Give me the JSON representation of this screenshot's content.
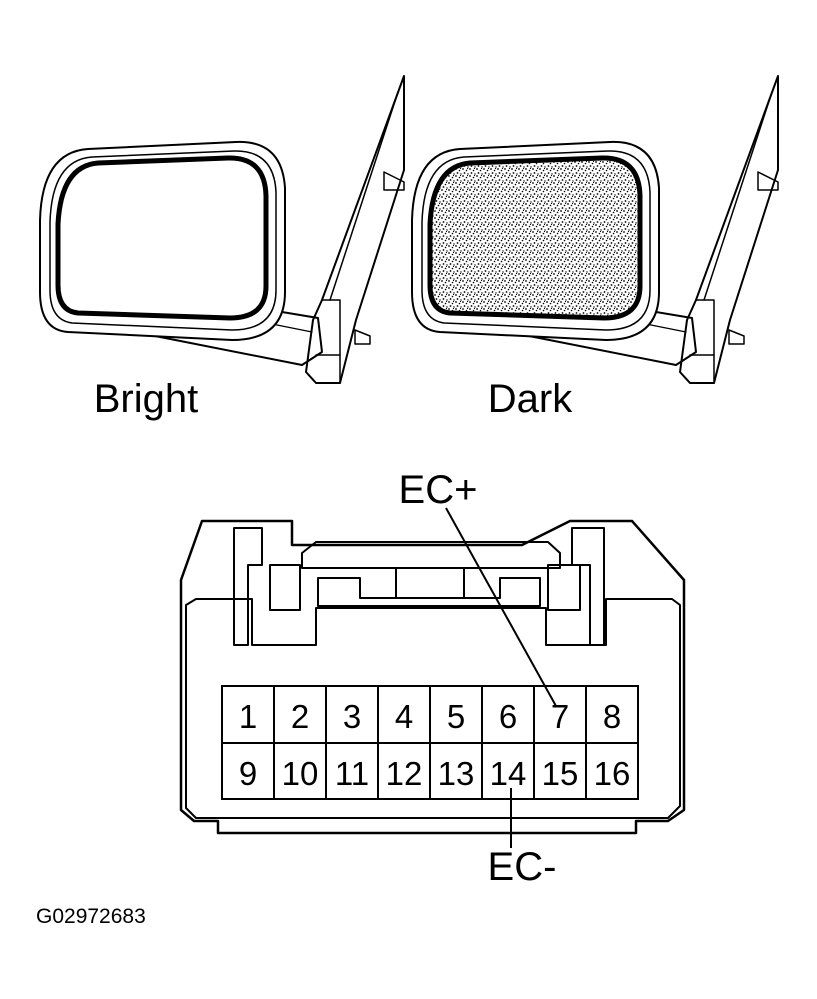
{
  "mirrors": {
    "bright_label": "Bright",
    "dark_label": "Dark"
  },
  "connector": {
    "top_row": [
      "1",
      "2",
      "3",
      "4",
      "5",
      "6",
      "7",
      "8"
    ],
    "bottom_row": [
      "9",
      "10",
      "11",
      "12",
      "13",
      "14",
      "15",
      "16"
    ],
    "pointer_top_label": "EC+",
    "pointer_bottom_label": "EC-"
  },
  "figure_code": "G02972683",
  "colors": {
    "line": "#000000",
    "background": "#ffffff"
  }
}
